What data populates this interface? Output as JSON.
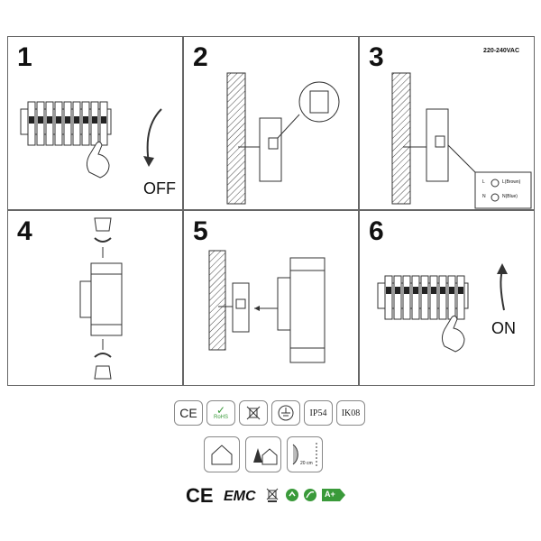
{
  "steps": [
    {
      "number": "1",
      "label": "OFF"
    },
    {
      "number": "2"
    },
    {
      "number": "3",
      "voltage": "220-240VAC",
      "wire_l": "L(Brown)",
      "wire_n": "N(Blue)",
      "l": "L",
      "n": "N"
    },
    {
      "number": "4"
    },
    {
      "number": "5"
    },
    {
      "number": "6",
      "label": "ON"
    }
  ],
  "badges": {
    "ce": "CE",
    "rohs": "RoHS",
    "ip": "IP54",
    "ik": "IK08",
    "distance": "20 cm"
  },
  "bottom": {
    "ce": "CE",
    "emc": "EMC",
    "energy": "A+"
  },
  "colors": {
    "border": "#666666",
    "line": "#333333",
    "green": "#3a9a3a"
  }
}
